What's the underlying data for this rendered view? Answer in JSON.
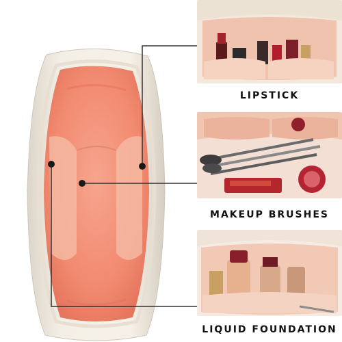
{
  "labels": {
    "lipstick": "LIPSTICK",
    "makeup_brushes": "MAKEUP BRUSHES",
    "liquid_foundation": "LIQUID FOUNDATION"
  },
  "colors": {
    "pouch_exterior": "#ece6dc",
    "pouch_lining": "#f08a72",
    "pocket_pink": "#f3c6b2",
    "callout_line": "#333333",
    "dot": "#1a1a1a",
    "label_text": "#111111"
  }
}
